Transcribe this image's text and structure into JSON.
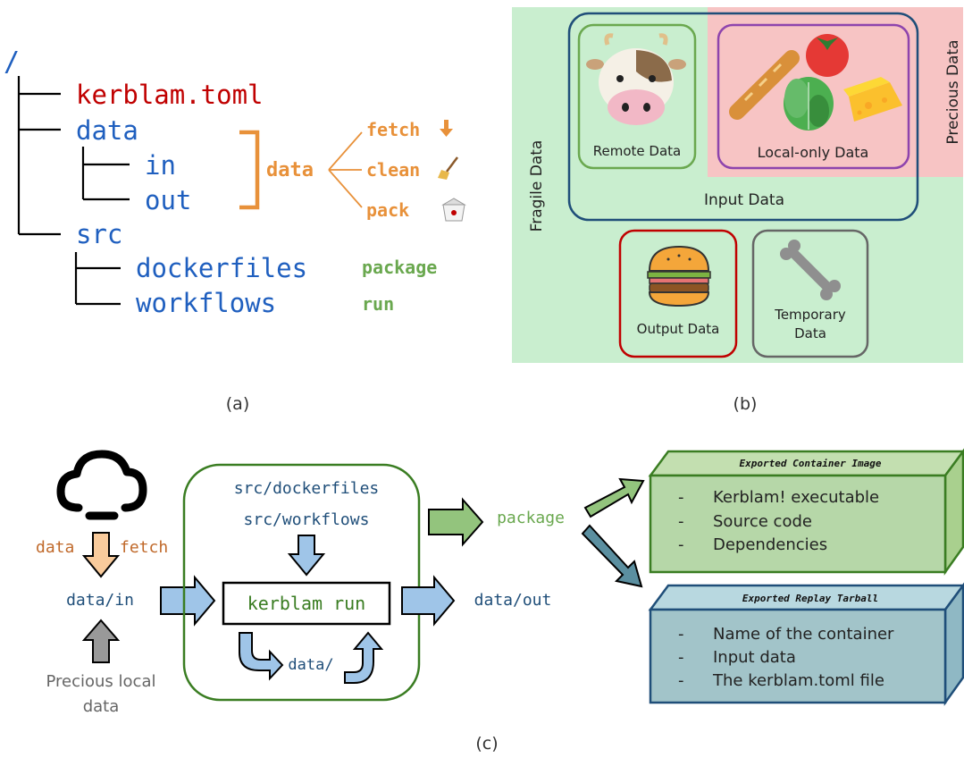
{
  "colors": {
    "red": "#c00000",
    "blue": "#1f5fbf",
    "orange": "#e8913a",
    "green": "#6aa84f",
    "darkgreen": "#3a7d22",
    "gray": "#666666",
    "navy": "#1f4e79",
    "arrow_blue": "#9fc5e8"
  },
  "panel_a": {
    "root": "/",
    "kerblam_toml": "kerblam.toml",
    "data": "data",
    "in": "in",
    "out": "out",
    "src": "src",
    "dockerfiles": "dockerfiles",
    "workflows": "workflows",
    "data_cmd": "data",
    "fetch": "fetch",
    "clean": "clean",
    "pack": "pack",
    "package": "package",
    "run": "run",
    "caption": "(a)"
  },
  "panel_b": {
    "fragile": "Fragile Data",
    "precious": "Precious Data",
    "remote": "Remote Data",
    "local_only": "Local-only Data",
    "input": "Input Data",
    "output": "Output Data",
    "temporary_1": "Temporary",
    "temporary_2": "Data",
    "caption": "(b)"
  },
  "panel_c": {
    "data": "data",
    "fetch": "fetch",
    "data_in": "data/in",
    "precious_1": "Precious local",
    "precious_2": "data",
    "src_dockerfiles": "src/dockerfiles",
    "src_workflows": "src/workflows",
    "kerblam_run": "kerblam run",
    "data_slash": "data/",
    "data_out": "data/out",
    "package": "package",
    "container_title": "Exported Container Image",
    "container_items": [
      "Kerblam! executable",
      "Source code",
      "Dependencies"
    ],
    "tarball_title": "Exported Replay Tarball",
    "tarball_items": [
      "Name of the container",
      "Input data",
      "The kerblam.toml file"
    ],
    "dash": "-",
    "caption": "(c)"
  }
}
